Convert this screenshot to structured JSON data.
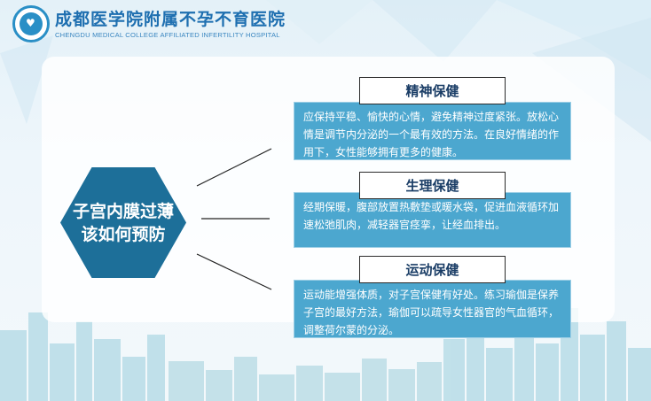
{
  "header": {
    "title": "成都医学院附属不孕不育医院",
    "subtitle": "CHENGDU MEDICAL COLLEGE AFFILIATED INFERTILITY HOSPITAL",
    "logo_icon": "hospital-logo-icon"
  },
  "center": {
    "line1": "子宫内膜过薄",
    "line2": "该如何预防"
  },
  "items": [
    {
      "label": "精神保健",
      "text": "应保持平稳、愉快的心情，避免精神过度紧张。放松心情是调节内分泌的一个最有效的方法。在良好情绪的作用下，女性能够拥有更多的健康。"
    },
    {
      "label": "生理保健",
      "text": "经期保暖，腹部放置热敷垫或暖水袋，促进血液循环加速松弛肌肉，减轻器官痉挛，让经血排出。"
    },
    {
      "label": "运动保健",
      "text": "运动能增强体质，对子宫保健有好处。练习瑜伽是保养子宫的最好方法，瑜伽可以疏导女性器官的气血循环，调整荷尔蒙的分泌。"
    }
  ],
  "colors": {
    "accent": "#1d6f99",
    "desc_bg": "#4ca7cf",
    "title": "#1e6fb0"
  }
}
